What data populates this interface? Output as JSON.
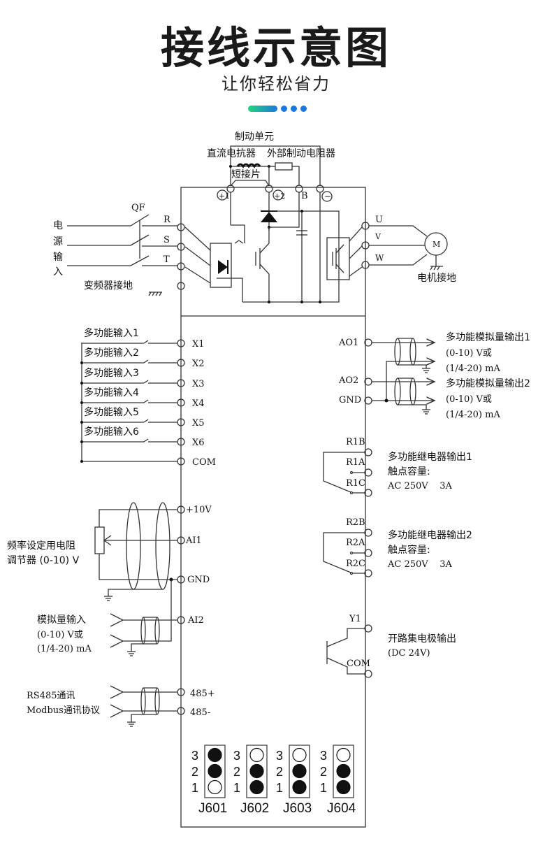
{
  "header": {
    "title": "接线示意图",
    "subtitle": "让你轻松省力",
    "accent_colors": {
      "gradient_start": "#1ed67a",
      "gradient_end": "#1a78e0",
      "dots": "#1a78e0"
    }
  },
  "top_section": {
    "braking_unit": "制动单元",
    "dc_reactor": "直流电抗器",
    "external_resistor": "外部制动电阻器",
    "shorting_bar": "短接片",
    "dc_terminals": [
      "+1",
      "+2",
      "B",
      "−"
    ],
    "breaker": "QF",
    "power_input": [
      "电",
      "源",
      "输",
      "入"
    ],
    "input_terminals": [
      "R",
      "S",
      "T"
    ],
    "inverter_ground": "变频器接地",
    "output_terminals": [
      "U",
      "V",
      "W"
    ],
    "motor": "M",
    "motor_ground": "电机接地"
  },
  "digital_inputs": {
    "labels": [
      "多功能输入1",
      "多功能输入2",
      "多功能输入3",
      "多功能输入4",
      "多功能输入5",
      "多功能输入6"
    ],
    "terminals": [
      "X1",
      "X2",
      "X3",
      "X4",
      "X5",
      "X6",
      "COM"
    ]
  },
  "analog_outputs": {
    "terminals": [
      "AO1",
      "AO2",
      "GND"
    ],
    "out1": [
      "多功能模拟量输出1",
      "(0-10) V或",
      "(1/4-20) mA"
    ],
    "out2": [
      "多功能模拟量输出2",
      "(0-10) V或",
      "(1/4-20) mA"
    ]
  },
  "relays": [
    {
      "terminals": [
        "R1B",
        "R1A",
        "R1C"
      ],
      "lines": [
        "多功能继电器输出1",
        "触点容量:",
        "AC 250V    3A"
      ]
    },
    {
      "terminals": [
        "R2B",
        "R2A",
        "R2C"
      ],
      "lines": [
        "多功能继电器输出2",
        "触点容量:",
        "AC 250V    3A"
      ]
    }
  ],
  "analog_inputs": {
    "terminals": [
      "+10V",
      "AI1",
      "GND",
      "AI2"
    ],
    "pot_label": [
      "频率设定用电阻",
      "调节器 (0-10) V"
    ],
    "ai2_label": [
      "模拟量输入",
      "(0-10) V或",
      "(1/4-20) mA"
    ]
  },
  "open_collector": {
    "terminals": [
      "Y1",
      "COM"
    ],
    "lines": [
      "开路集电极输出",
      "(DC 24V)"
    ]
  },
  "comm": {
    "terminals": [
      "485+",
      "485-"
    ],
    "lines": [
      "RS485通讯",
      "Modbus通讯协议"
    ]
  },
  "jumpers": [
    {
      "name": "J601",
      "pins": [
        "3",
        "2",
        "1"
      ],
      "filled": [
        true,
        true,
        false
      ]
    },
    {
      "name": "J602",
      "pins": [
        "3",
        "2",
        "1"
      ],
      "filled": [
        false,
        true,
        true
      ]
    },
    {
      "name": "J603",
      "pins": [
        "3",
        "2",
        "1"
      ],
      "filled": [
        false,
        true,
        true
      ]
    },
    {
      "name": "J604",
      "pins": [
        "3",
        "2",
        "1"
      ],
      "filled": [
        false,
        true,
        true
      ]
    }
  ]
}
